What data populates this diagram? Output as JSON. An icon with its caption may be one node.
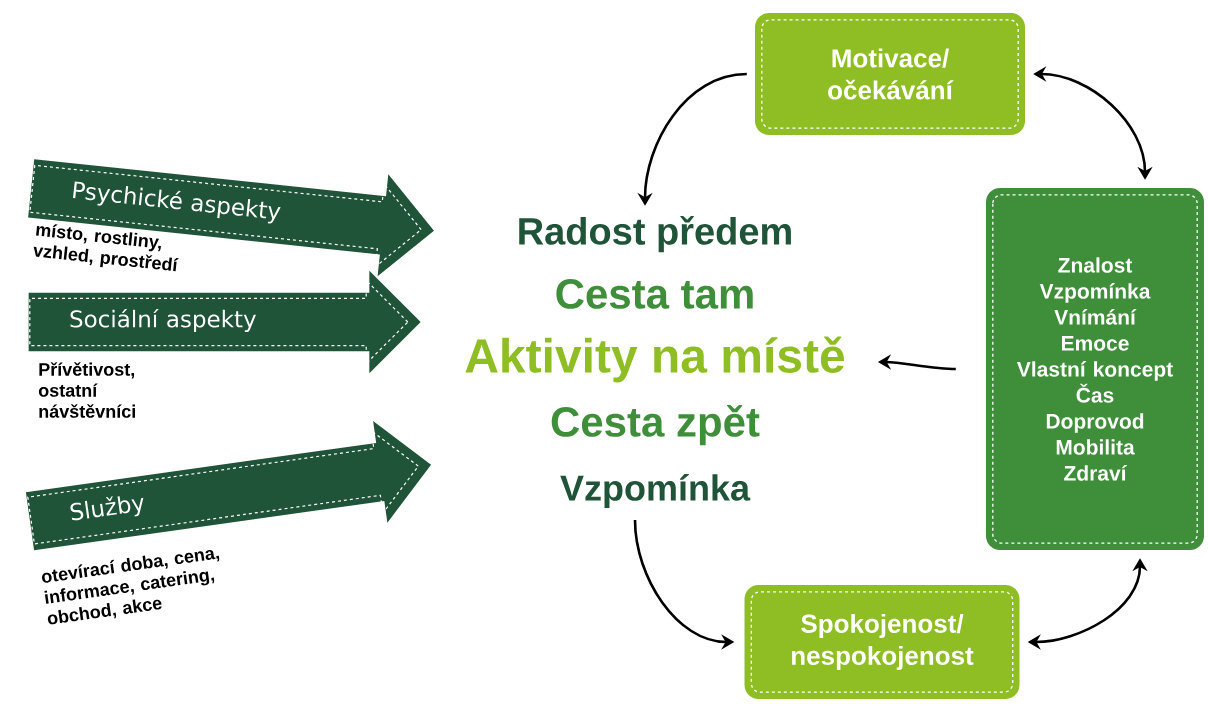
{
  "diagram": {
    "nodes": [
      {
        "text": [
          "Psychické aspekty"
        ],
        "beside": [
          "místo, rostliny, vzhled, prostředí"
        ]
      },
      {
        "text": [
          "Sociální aspekty"
        ],
        "beside": [
          "Přívětivost, ostatní návštěvníci"
        ]
      },
      {
        "text": [
          "Služby"
        ],
        "beside": [
          "otevírací doba, cena, informace, catering, obchod, akce"
        ]
      },
      {
        "text": [
          "Radost předem",
          "Cesta tam",
          "Aktivity na místě",
          "Cesta zpět",
          "Vzpomínka"
        ]
      },
      {
        "text": [
          "Motivace/ očekávání"
        ]
      },
      {
        "text": [
          "Znalost",
          "Vzpomínka",
          "Vnímání",
          "Emoce",
          "Vlastní koncept",
          "Čas",
          "Doprovod",
          "Mobilita",
          "Zdraví"
        ]
      },
      {
        "text": [
          "Spokojenost/ nespokojenost"
        ]
      }
    ],
    "edges": [
      {
        "from": 4,
        "to": 3,
        "arrow": "to"
      },
      {
        "from": 4,
        "to": 5,
        "arrow": "both"
      },
      {
        "from": 5,
        "to": 3,
        "arrow": "to"
      },
      {
        "from": 3,
        "to": 6,
        "arrow": "to"
      },
      {
        "from": 6,
        "to": 5,
        "arrow": "both"
      }
    ]
  }
}
